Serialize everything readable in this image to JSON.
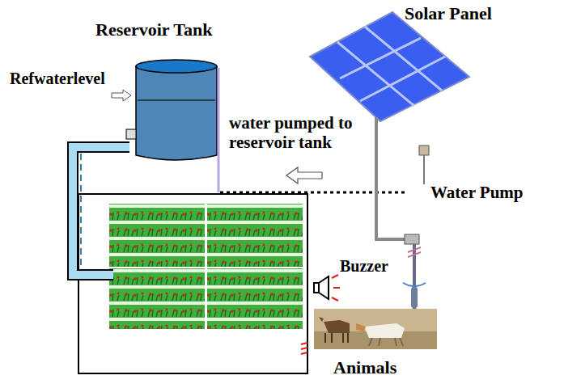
{
  "diagram": {
    "labels": [
      "Reservoir Tank",
      "Solar Panel",
      "Refwaterlevel",
      "water pumped to reservoir tank",
      "Water Pump",
      "Buzzer",
      "Animals"
    ]
  }
}
